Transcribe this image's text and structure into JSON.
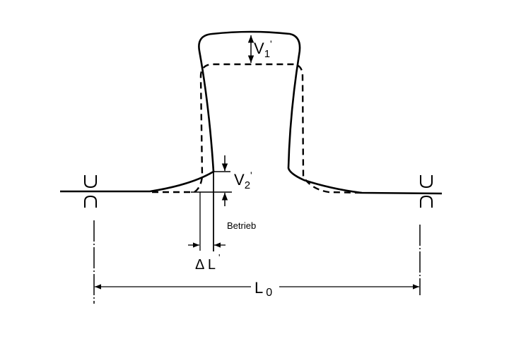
{
  "labels": {
    "v1": "V",
    "v1_sub": "1",
    "v1_prime": "'",
    "v2": "V",
    "v2_sub": "2",
    "v2_prime": "'",
    "state": "Betrieb",
    "delta_l": "Δ L",
    "delta_l_prime": "'",
    "l0": "L",
    "l0_sub": "0"
  },
  "colors": {
    "ink": "#000000",
    "background": "#ffffff"
  }
}
